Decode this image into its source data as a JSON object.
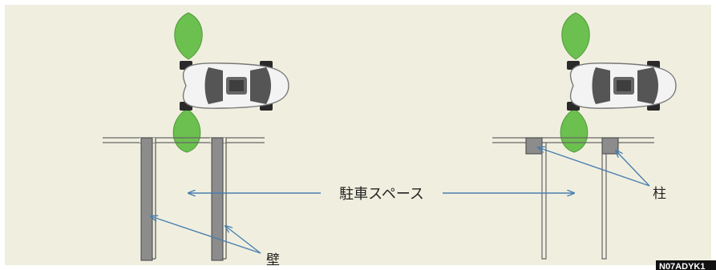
{
  "labels": {
    "parking_space": "駐車スペース",
    "wall": "壁",
    "pillar": "柱",
    "figure_code": "N07ADYK1"
  },
  "colors": {
    "background": "#f0efdf",
    "outline": "#ffffff",
    "page": "#ffffff",
    "sensor_lobe": "#6cc04f",
    "sensor_lobe_edge": "#4f9a39",
    "wall_fill": "#8c8c8c",
    "wall_edge": "#444444",
    "arrow": "#4a7fae",
    "car_body": "#f3f3f3",
    "car_glass": "#555555",
    "car_tire": "#2a2a2a",
    "code_badge": "#111111"
  },
  "scenes": [
    {
      "id": "left",
      "obstacle": "wall"
    },
    {
      "id": "right",
      "obstacle": "pillar"
    }
  ]
}
